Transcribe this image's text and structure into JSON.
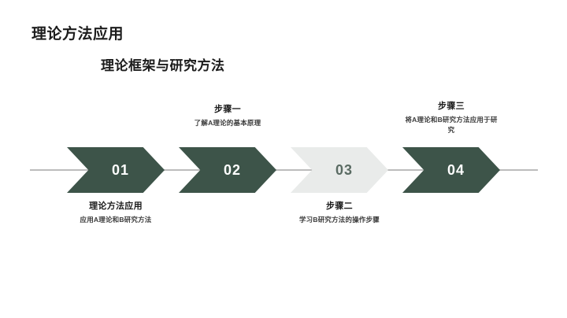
{
  "slide": {
    "main_title": "理论方法应用",
    "sub_title": "理论框架与研究方法",
    "background_color": "#FFFFFF",
    "accent_color": "#3D5449",
    "muted_color": "#E9EBEA",
    "line_color": "#BCBCBC"
  },
  "process": {
    "steps": [
      {
        "number": "01",
        "style": "dark",
        "position": "below",
        "title": "理论方法应用",
        "description": "应用A理论和B研究方法"
      },
      {
        "number": "02",
        "style": "dark",
        "position": "above",
        "title": "步骤一",
        "description": "了解A理论的基本原理"
      },
      {
        "number": "03",
        "style": "light",
        "position": "below",
        "title": "步骤二",
        "description": "学习B研究方法的操作步骤"
      },
      {
        "number": "04",
        "style": "dark",
        "position": "above",
        "title": "步骤三",
        "description": "将A理论和B研究方法应用于研究"
      }
    ]
  }
}
